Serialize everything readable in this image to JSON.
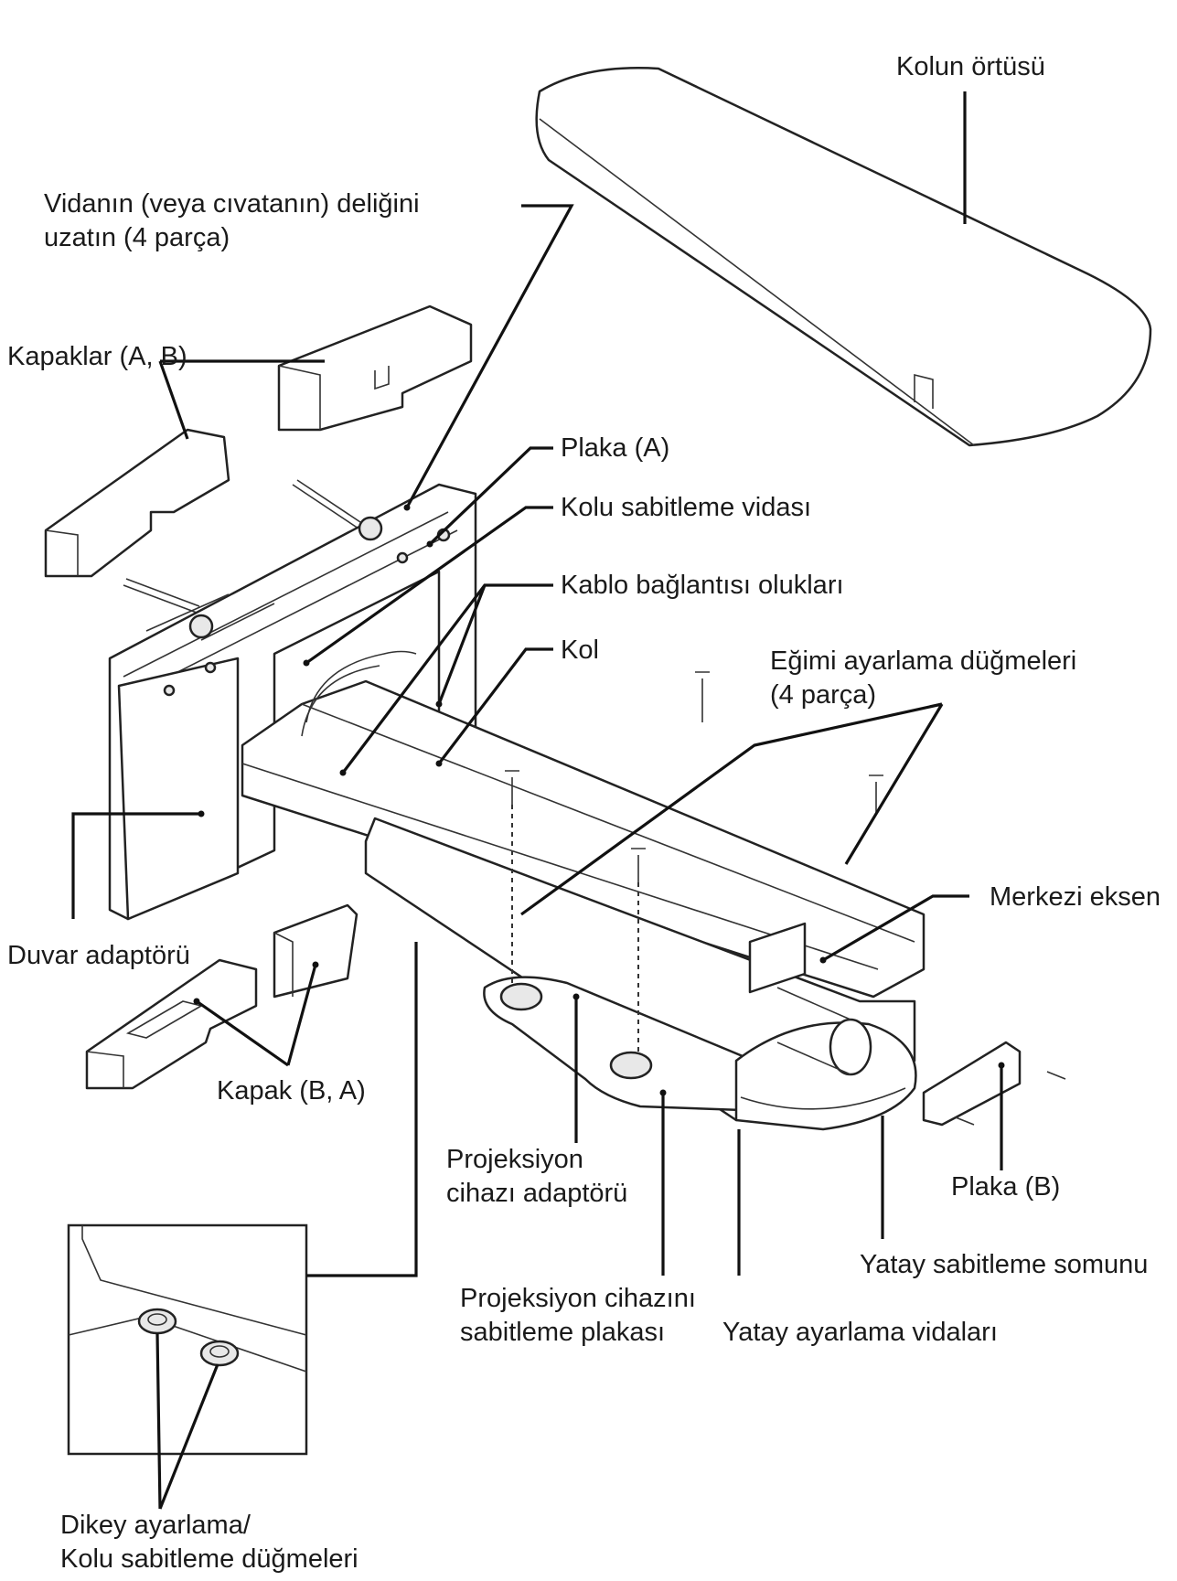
{
  "labels": {
    "arm_cover": "Kolun örtüsü",
    "extend_hole_1": "Vidanın  (veya cıvatanın) deliğini",
    "extend_hole_2": "uzatın (4 parça)",
    "covers_ab": "Kapaklar (A, B)",
    "plate_a": "Plaka (A)",
    "arm_fix_screw": "Kolu sabitleme vidası",
    "cable_slots": "Kablo bağlantısı olukları",
    "arm": "Kol",
    "tilt_knobs_1": "Eğimi ayarlama düğmeleri",
    "tilt_knobs_2": "(4 parça)",
    "center_axis": "Merkezi eksen",
    "wall_adapter": "Duvar adaptörü",
    "cover_ba": "Kapak (B, A)",
    "projector_adapter_1": "Projeksiyon",
    "projector_adapter_2": "cihazı adaptörü",
    "plate_b": "Plaka (B)",
    "horizontal_nut": "Yatay sabitleme somunu",
    "projector_plate_1": "Projeksiyon cihazını",
    "projector_plate_2": "sabitleme plakası",
    "horizontal_screws": "Yatay ayarlama vidaları",
    "vertical_knobs_1": "Dikey ayarlama/",
    "vertical_knobs_2": "Kolu sabitleme düğmeleri"
  }
}
